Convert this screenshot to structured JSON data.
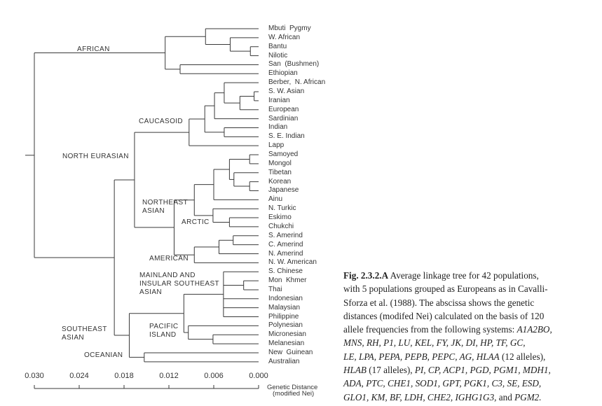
{
  "tree": {
    "dist": 0.03,
    "children": [
      {
        "dist": 0.0125,
        "children": [
          {
            "dist": 0.0071,
            "children": [
              {
                "leaf": "Mbuti  Pygmy"
              },
              {
                "dist": 0.0038,
                "children": [
                  {
                    "leaf": "W. African"
                  },
                  {
                    "dist": 0.0011,
                    "children": [
                      {
                        "leaf": "Bantu"
                      },
                      {
                        "leaf": "Nilotic"
                      }
                    ]
                  }
                ]
              }
            ]
          },
          {
            "dist": 0.0105,
            "children": [
              {
                "leaf": "San  (Bushmen)"
              },
              {
                "leaf": "Ethiopian"
              }
            ]
          }
        ]
      },
      {
        "dist": 0.0193,
        "children": [
          {
            "dist": 0.0166,
            "children": [
              {
                "dist": 0.0093,
                "children": [
                  {
                    "dist": 0.0072,
                    "children": [
                      {
                        "dist": 0.0059,
                        "children": [
                          {
                            "dist": 0.0046,
                            "children": [
                              {
                                "leaf": "Berber,  N. African"
                              },
                              {
                                "dist": 0.0025,
                                "children": [
                                  {
                                    "dist": 0.0006,
                                    "children": [
                                      {
                                        "leaf": "S. W. Asian"
                                      },
                                      {
                                        "leaf": "Iranian"
                                      }
                                    ]
                                  },
                                  {
                                    "leaf": "European"
                                  }
                                ]
                              }
                            ]
                          },
                          {
                            "leaf": "Sardinian"
                          }
                        ]
                      },
                      {
                        "dist": 0.0046,
                        "children": [
                          {
                            "leaf": "Indian"
                          },
                          {
                            "leaf": "S. E. Indian"
                          }
                        ]
                      }
                    ]
                  },
                  {
                    "leaf": "Lapp"
                  }
                ]
              },
              {
                "dist": 0.0113,
                "children": [
                  {
                    "dist": 0.0086,
                    "children": [
                      {
                        "dist": 0.006,
                        "children": [
                          {
                            "dist": 0.0039,
                            "children": [
                              {
                                "dist": 0.0012,
                                "children": [
                                  {
                                    "leaf": "Samoyed"
                                  },
                                  {
                                    "leaf": "Mongol"
                                  }
                                ]
                              },
                              {
                                "dist": 0.0033,
                                "children": [
                                  {
                                    "leaf": "Tibetan"
                                  },
                                  {
                                    "dist": 0.0012,
                                    "children": [
                                      {
                                        "leaf": "Korean"
                                      },
                                      {
                                        "leaf": "Japanese"
                                      }
                                    ]
                                  }
                                ]
                              }
                            ]
                          },
                          {
                            "leaf": "Ainu"
                          }
                        ]
                      },
                      {
                        "dist": 0.0061,
                        "children": [
                          {
                            "leaf": "N. Turkic"
                          },
                          {
                            "dist": 0.0039,
                            "children": [
                              {
                                "leaf": "Eskimo"
                              },
                              {
                                "leaf": "Chukchi"
                              }
                            ]
                          }
                        ]
                      }
                    ]
                  },
                  {
                    "dist": 0.0086,
                    "children": [
                      {
                        "dist": 0.0053,
                        "children": [
                          {
                            "dist": 0.0034,
                            "children": [
                              {
                                "leaf": "S. Amerind"
                              },
                              {
                                "leaf": "C. Amerind"
                              }
                            ]
                          },
                          {
                            "leaf": "N. Amerind"
                          }
                        ]
                      },
                      {
                        "leaf": "N. W. American"
                      }
                    ]
                  }
                ]
              }
            ]
          },
          {
            "dist": 0.0173,
            "children": [
              {
                "dist": 0.01,
                "children": [
                  {
                    "dist": 0.0047,
                    "children": [
                      {
                        "leaf": "S. Chinese"
                      },
                      {
                        "dist": 0.002,
                        "children": [
                          {
                            "leaf": "Mon  Khmer"
                          },
                          {
                            "leaf": "Thai"
                          }
                        ]
                      },
                      {
                        "leaf": "Indonesian"
                      },
                      {
                        "leaf": "Malaysian"
                      },
                      {
                        "leaf": "Philippine"
                      }
                    ]
                  },
                  {
                    "dist": 0.0094,
                    "children": [
                      {
                        "leaf": "Polynesian"
                      },
                      {
                        "dist": 0.0061,
                        "children": [
                          {
                            "leaf": "Micronesian"
                          },
                          {
                            "leaf": "Melanesian"
                          }
                        ]
                      }
                    ]
                  }
                ]
              },
              {
                "dist": 0.0153,
                "children": [
                  {
                    "leaf": "New  Guinean"
                  },
                  {
                    "leaf": "Australian"
                  }
                ]
              }
            ]
          }
        ]
      }
    ]
  },
  "groups": {
    "african": "AFRICAN",
    "caucasoid": "CAUCASOID",
    "north_eurasian": "NORTH  EURASIAN",
    "northeast_asian": [
      "NORTHEAST",
      "ASIAN"
    ],
    "arctic": "ARCTIC",
    "american": "AMERICAN",
    "mainland": [
      "MAINLAND  AND",
      "INSULAR  SOUTHEAST",
      "ASIAN"
    ],
    "pacific": [
      "PACIFIC",
      "ISLAND"
    ],
    "southeast_asian": [
      "SOUTHEAST",
      "ASIAN"
    ],
    "oceanian": "OCEANIAN"
  },
  "axis": {
    "ticks": [
      "0.030",
      "0.024",
      "0.018",
      "0.012",
      "0.006",
      "0.000"
    ],
    "tick_values": [
      0.03,
      0.024,
      0.018,
      0.012,
      0.006,
      0.0
    ],
    "range": [
      0.03,
      0.0
    ],
    "title": [
      "Genetic Distance",
      "(modified Nei)"
    ]
  },
  "caption": [
    [
      {
        "t": "Fig. 2.3.2.A",
        "s": "b"
      },
      {
        "t": " Average linkage tree for 42 populations,"
      }
    ],
    [
      {
        "t": "with 5 populations grouped as Europeans as in Cavalli-"
      }
    ],
    [
      {
        "t": "Sforza et al. (1988). The abscissa shows the genetic"
      }
    ],
    [
      {
        "t": "distances (modifed Nei) calculated on the basis of 120"
      }
    ],
    [
      {
        "t": "allele frequencies from the following systems: "
      },
      {
        "t": "A1A2BO,",
        "s": "i"
      }
    ],
    [
      {
        "t": "MNS, RH, P1, LU, KEL, FY, JK, DI, HP, TF, GC,",
        "s": "i"
      }
    ],
    [
      {
        "t": "LE, LPA, PEPA, PEPB, PEPC, AG, HLAA",
        "s": "i"
      },
      {
        "t": " (12 alleles),"
      }
    ],
    [
      {
        "t": "HLAB",
        "s": "i"
      },
      {
        "t": " (17 alleles), "
      },
      {
        "t": "PI, CP, ACP1, PGD, PGM1, MDH1,",
        "s": "i"
      }
    ],
    [
      {
        "t": "ADA, PTC, CHE1, SOD1, GPT, PGK1, C3, SE, ESD,",
        "s": "i"
      }
    ],
    [
      {
        "t": "GLO1, KM, BF, LDH, CHE2, IGHG1G3,",
        "s": "i"
      },
      {
        "t": " and "
      },
      {
        "t": "PGM2.",
        "s": "i"
      }
    ]
  ]
}
